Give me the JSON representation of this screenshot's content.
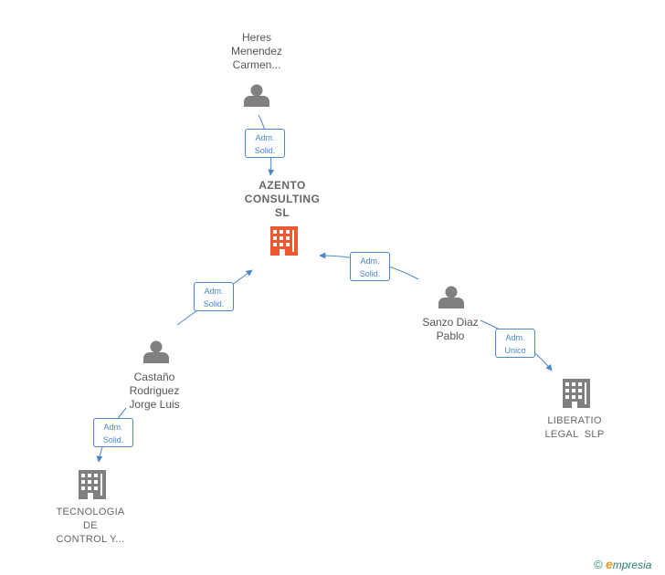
{
  "nodes": {
    "heres": {
      "lines": [
        "Heres",
        "Menendez",
        "Carmen..."
      ]
    },
    "azento": {
      "lines": [
        "AZENTO",
        "CONSULTING",
        "SL"
      ]
    },
    "sanzo": {
      "lines": [
        "Sanzo Diaz",
        "Pablo"
      ]
    },
    "castano": {
      "lines": [
        "Castaño",
        "Rodriguez",
        "Jorge Luis"
      ]
    },
    "liberatio": {
      "lines": [
        "LIBERATIO",
        "LEGAL  SLP"
      ]
    },
    "tecnologia": {
      "lines": [
        "TECNOLOGIA",
        "DE",
        "CONTROL Y..."
      ]
    }
  },
  "edges": {
    "heres_azento": {
      "lines": [
        "Adm.",
        "Solid."
      ]
    },
    "sanzo_azento": {
      "lines": [
        "Adm.",
        "Solid."
      ]
    },
    "castano_azento": {
      "lines": [
        "Adm.",
        "Solid."
      ]
    },
    "sanzo_liberatio": {
      "lines": [
        "Adm.",
        "Unico"
      ]
    },
    "castano_tecnologia": {
      "lines": [
        "Adm.",
        "Solid."
      ]
    }
  },
  "footer": {
    "copyright": "©",
    "brand_initial": "e",
    "brand_rest": "mpresia"
  },
  "colors": {
    "edge": "#4a86c8",
    "person": "#808080",
    "company": "#808080",
    "main_company": "#f0592f"
  },
  "icons": {
    "person": "person-icon",
    "company": "building-icon"
  }
}
